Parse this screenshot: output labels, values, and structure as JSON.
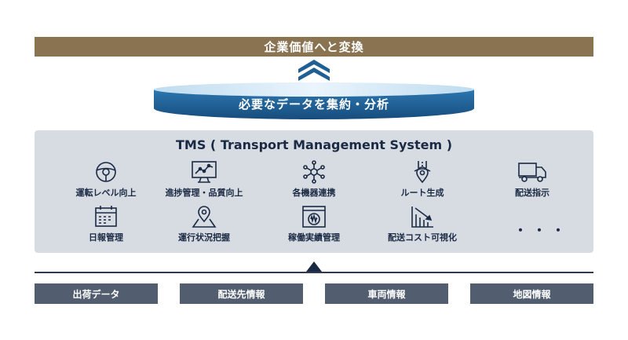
{
  "banner": {
    "text": "企業価値へと変換"
  },
  "disk": {
    "text": "必要なデータを集約・分析"
  },
  "tms": {
    "title": "TMS ( Transport Management System )",
    "items": [
      {
        "label": "運転レベル向上",
        "icon": "steering-wheel-icon"
      },
      {
        "label": "進捗管理・品質向上",
        "icon": "monitor-chart-icon"
      },
      {
        "label": "各機器連携",
        "icon": "network-hub-icon"
      },
      {
        "label": "ルート生成",
        "icon": "route-pin-icon"
      },
      {
        "label": "配送指示",
        "icon": "truck-icon"
      },
      {
        "label": "日報管理",
        "icon": "calendar-icon"
      },
      {
        "label": "運行状況把握",
        "icon": "map-pin-icon"
      },
      {
        "label": "稼働実績管理",
        "icon": "gauge-panel-icon"
      },
      {
        "label": "配送コスト可視化",
        "icon": "cost-chart-icon"
      }
    ],
    "more": "・・・"
  },
  "sources": [
    "出荷データ",
    "配送先情報",
    "車両情報",
    "地図情報"
  ],
  "colors": {
    "banner": "#8a7350",
    "disk": "#1f5f94",
    "panel": "#d7dbe2",
    "source_box": "#525e70",
    "text_dark": "#1b2a44"
  }
}
